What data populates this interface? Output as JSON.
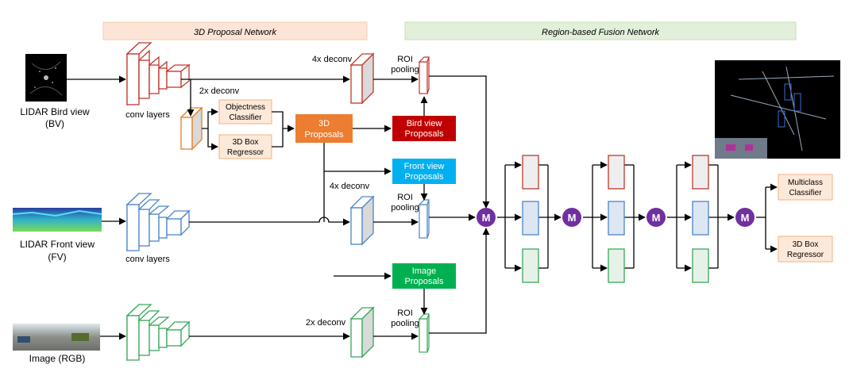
{
  "colors": {
    "red": "#c0392b",
    "blue": "#4a86c8",
    "green": "#3aa85a",
    "orange": "#e67e22",
    "box_fill": "#d9d9d9",
    "merge": "#7030a0",
    "bird_box": "#c00000",
    "front_box": "#00b0f0",
    "image_box": "#00b050",
    "proposal_box": "#ed7d31",
    "head_fill": "#fde9d9",
    "head_stroke": "#f4b183",
    "banner_left": "#fce4d6",
    "banner_right": "#e2efda"
  },
  "banners": {
    "left": "3D Proposal Network",
    "right": "Region-based Fusion Network"
  },
  "inputs": {
    "bv_label_1": "LIDAR Bird view",
    "bv_label_2": "(BV)",
    "fv_label_1": "LIDAR Front view",
    "fv_label_2": "(FV)",
    "rgb_label": "Image (RGB)"
  },
  "labels": {
    "conv_layers_bv": "conv layers",
    "conv_layers_fv": "conv layers",
    "deconv_2x_top": "2x deconv",
    "deconv_4x_top": "4x deconv",
    "deconv_4x_mid": "4x deconv",
    "deconv_2x_bottom": "2x deconv",
    "roi_1": "ROI",
    "pooling_1": "pooling",
    "roi_2": "ROI",
    "pooling_2": "pooling",
    "roi_3": "ROI",
    "pooling_3": "pooling"
  },
  "heads": {
    "objectness_1": "Objectness",
    "objectness_2": "Classifier",
    "box_reg_1": "3D Box",
    "box_reg_2": "Regressor",
    "multiclass_1": "Multiclass",
    "multiclass_2": "Classifier",
    "final_reg_1": "3D Box",
    "final_reg_2": "Regressor"
  },
  "proposals": {
    "p3d_1": "3D",
    "p3d_2": "Proposals",
    "bird_1": "Bird view",
    "bird_2": "Proposals",
    "front_1": "Front view",
    "front_2": "Proposals",
    "image_1": "Image",
    "image_2": "Proposals"
  },
  "merge_symbol": "M"
}
